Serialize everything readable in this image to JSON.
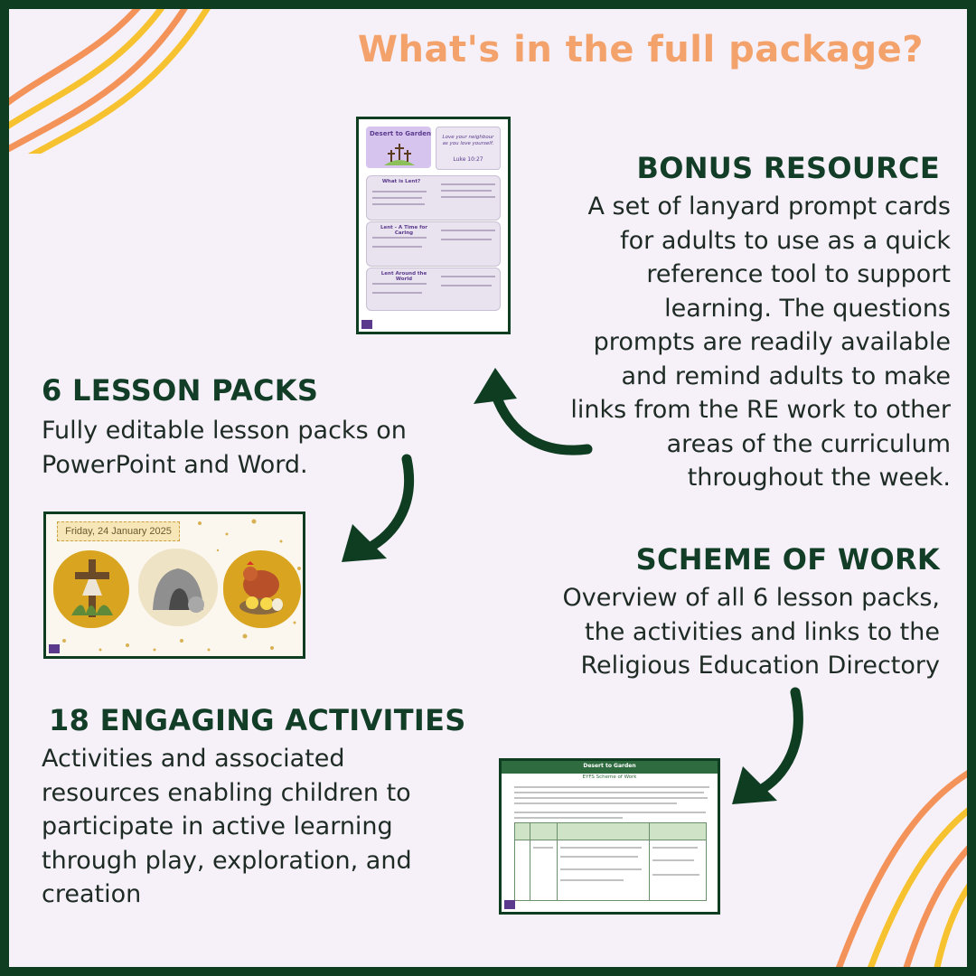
{
  "title": "What's in the full package?",
  "bonus": {
    "heading": "BONUS RESOURCE",
    "lines": [
      "A set of lanyard prompt cards",
      "for adults to use as a quick",
      "reference tool to support",
      "learning. The questions",
      "prompts are readily available",
      "and remind adults to make",
      "links from the RE work to other",
      "areas of the curriculum",
      "throughout the week."
    ]
  },
  "lessons": {
    "heading": "6 LESSON PACKS",
    "lines": [
      "Fully editable lesson packs on",
      "PowerPoint and Word."
    ]
  },
  "scheme": {
    "heading": "SCHEME OF WORK",
    "lines": [
      "Overview of all 6 lesson packs,",
      "the activities and links to the",
      "Religious Education Directory"
    ]
  },
  "activities": {
    "heading": "18 ENGAGING ACTIVITIES",
    "lines": [
      "Activities and associated",
      "resources enabling children to",
      "participate in active learning",
      "through play, exploration, and",
      "creation"
    ]
  },
  "thumbnails": {
    "cards": {
      "header_title": "Desert to Garden",
      "quote": "Love your neighbour as you love yourself.",
      "quote_ref": "Luke 10:27",
      "rows": [
        "What is Lent?",
        "Lent - A Time for Caring",
        "Lent Around the World"
      ]
    },
    "slide": {
      "date": "Friday, 24 January 2025"
    },
    "doc": {
      "title": "Desert to Garden",
      "subtitle": "EYFS Scheme of Work"
    }
  },
  "colors": {
    "background": "#f6f0f8",
    "border": "#0f3d22",
    "title": "#f4a26b",
    "heading": "#123d27",
    "stripe_orange": "#f3935a",
    "stripe_yellow": "#f6c230"
  }
}
